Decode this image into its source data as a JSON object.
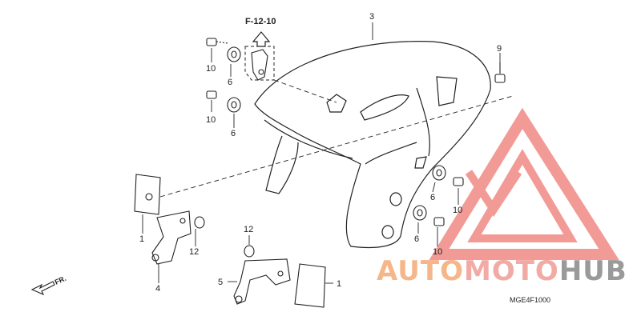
{
  "diagram": {
    "reference_label": "F-12-10",
    "diagram_code": "MGE4F1000",
    "direction_label": "FR.",
    "callouts": [
      "3",
      "9",
      "10",
      "6",
      "10",
      "6",
      "6",
      "10",
      "6",
      "10",
      "1",
      "12",
      "4",
      "12",
      "5",
      "1"
    ]
  },
  "watermark": {
    "part1": "AUTO",
    "part2": "MOTO",
    "part3": "HUB",
    "colors": {
      "auto": "#f5b78a",
      "moto": "#f2aaa4",
      "hub": "#9a9a9a",
      "logo": "#f08a84"
    }
  }
}
